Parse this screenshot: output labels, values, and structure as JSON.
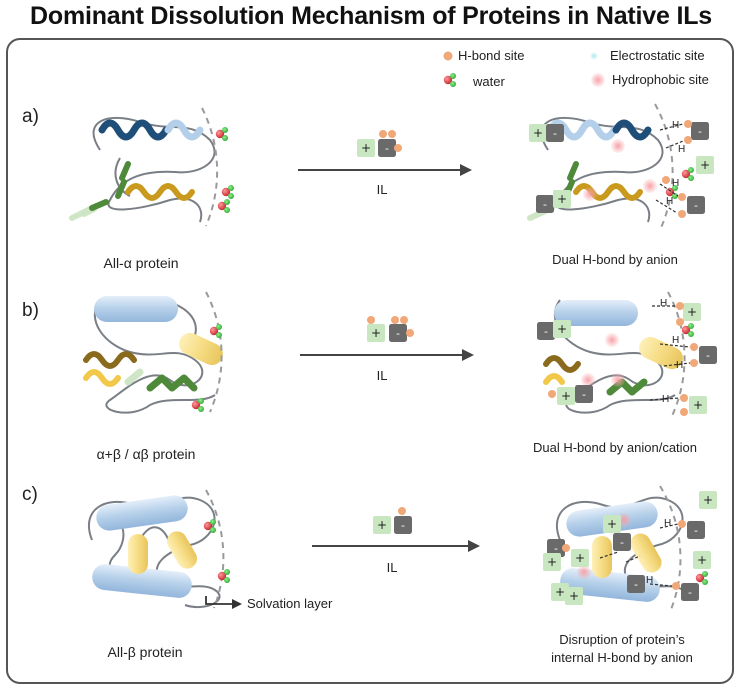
{
  "title": "Dominant Dissolution Mechanism of Proteins in Native ILs",
  "legend": {
    "hbond": "H-bond site",
    "electrostatic": "Electrostatic site",
    "water": "water",
    "hydrophobic": "Hydrophobic site"
  },
  "colors": {
    "hbond": "#f0a878",
    "electrostatic": "#aee6ee",
    "hydrophobic": "#f7a8ac",
    "cation": "#c8e6c0",
    "anion": "#6a6a6a",
    "helix_blue": "#1f4e79",
    "helix_light": "#b4cfe9",
    "strand_green": "#4e8a3a",
    "strand_gold": "#c99a1d"
  },
  "panels": [
    {
      "letter": "a)",
      "protein": "All-α protein",
      "arrow": "IL",
      "result": "Dual H-bond by anion"
    },
    {
      "letter": "b)",
      "protein": "α+β / αβ protein",
      "arrow": "IL",
      "result": "Dual H-bond by anion/cation"
    },
    {
      "letter": "c)",
      "protein": "All-β protein",
      "arrow": "IL",
      "result_line1": "Disruption of protein’s",
      "result_line2": "internal  H-bond by anion",
      "solvation": "Solvation layer"
    }
  ],
  "symbols": {
    "plus": "+",
    "minus": "-",
    "hbond_letter": "H"
  }
}
